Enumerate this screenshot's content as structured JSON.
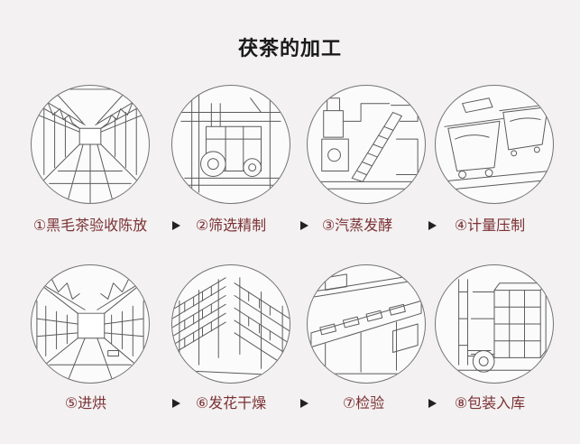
{
  "title": "茯茶的加工",
  "steps": [
    {
      "label": "①黑毛茶验收陈放",
      "icon": "warehouse-truss-illustration"
    },
    {
      "label": "②筛选精制",
      "icon": "sieving-machine-illustration"
    },
    {
      "label": "③汽蒸发酵",
      "icon": "steaming-conveyor-illustration"
    },
    {
      "label": "④计量压制",
      "icon": "pressing-bins-illustration"
    },
    {
      "label": "⑤进烘",
      "icon": "drying-room-illustration"
    },
    {
      "label": "⑥发花干燥",
      "icon": "flowering-shelves-illustration"
    },
    {
      "label": "⑦检验",
      "icon": "inspection-conveyor-illustration"
    },
    {
      "label": "⑧包装入库",
      "icon": "forklift-storage-illustration"
    }
  ],
  "arrow_icon": "arrow-right-icon",
  "colors": {
    "background": "#f3f1f2",
    "title": "#1a1a1a",
    "label": "#7b3133",
    "arrow": "#222222",
    "line": "#5a5a5a"
  }
}
